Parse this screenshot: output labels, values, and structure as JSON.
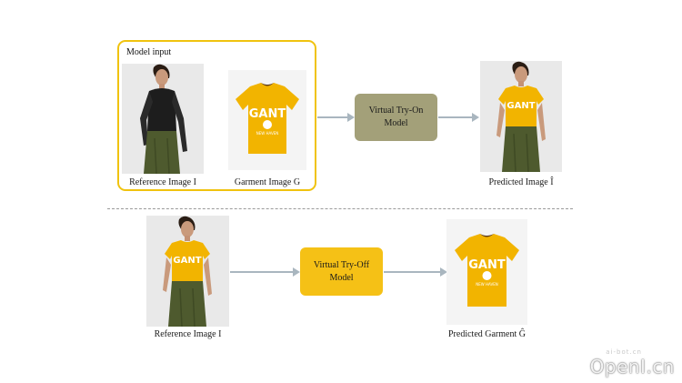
{
  "colors": {
    "model_input_border": "#f0c30f",
    "try_on_box": "#a3a079",
    "try_off_box": "#f5c116",
    "arrow": "#a9b6bf",
    "shirt": "#f2b400",
    "skirt": "#4e5a2e",
    "black_top": "#1d1d1d"
  },
  "top": {
    "model_input_title": "Model input",
    "reference_caption": "Reference Image I",
    "garment_caption": "Garment Image G",
    "model_label": "Virtual Try-On\nModel",
    "predicted_caption": "Predicted Image Î"
  },
  "bottom": {
    "reference_caption": "Reference Image I",
    "model_label": "Virtual Try-Off\nModel",
    "predicted_caption": "Predicted Garment Ĝ"
  },
  "watermark": {
    "main": "OpenI.cn",
    "small": "ai-bot.cn"
  }
}
